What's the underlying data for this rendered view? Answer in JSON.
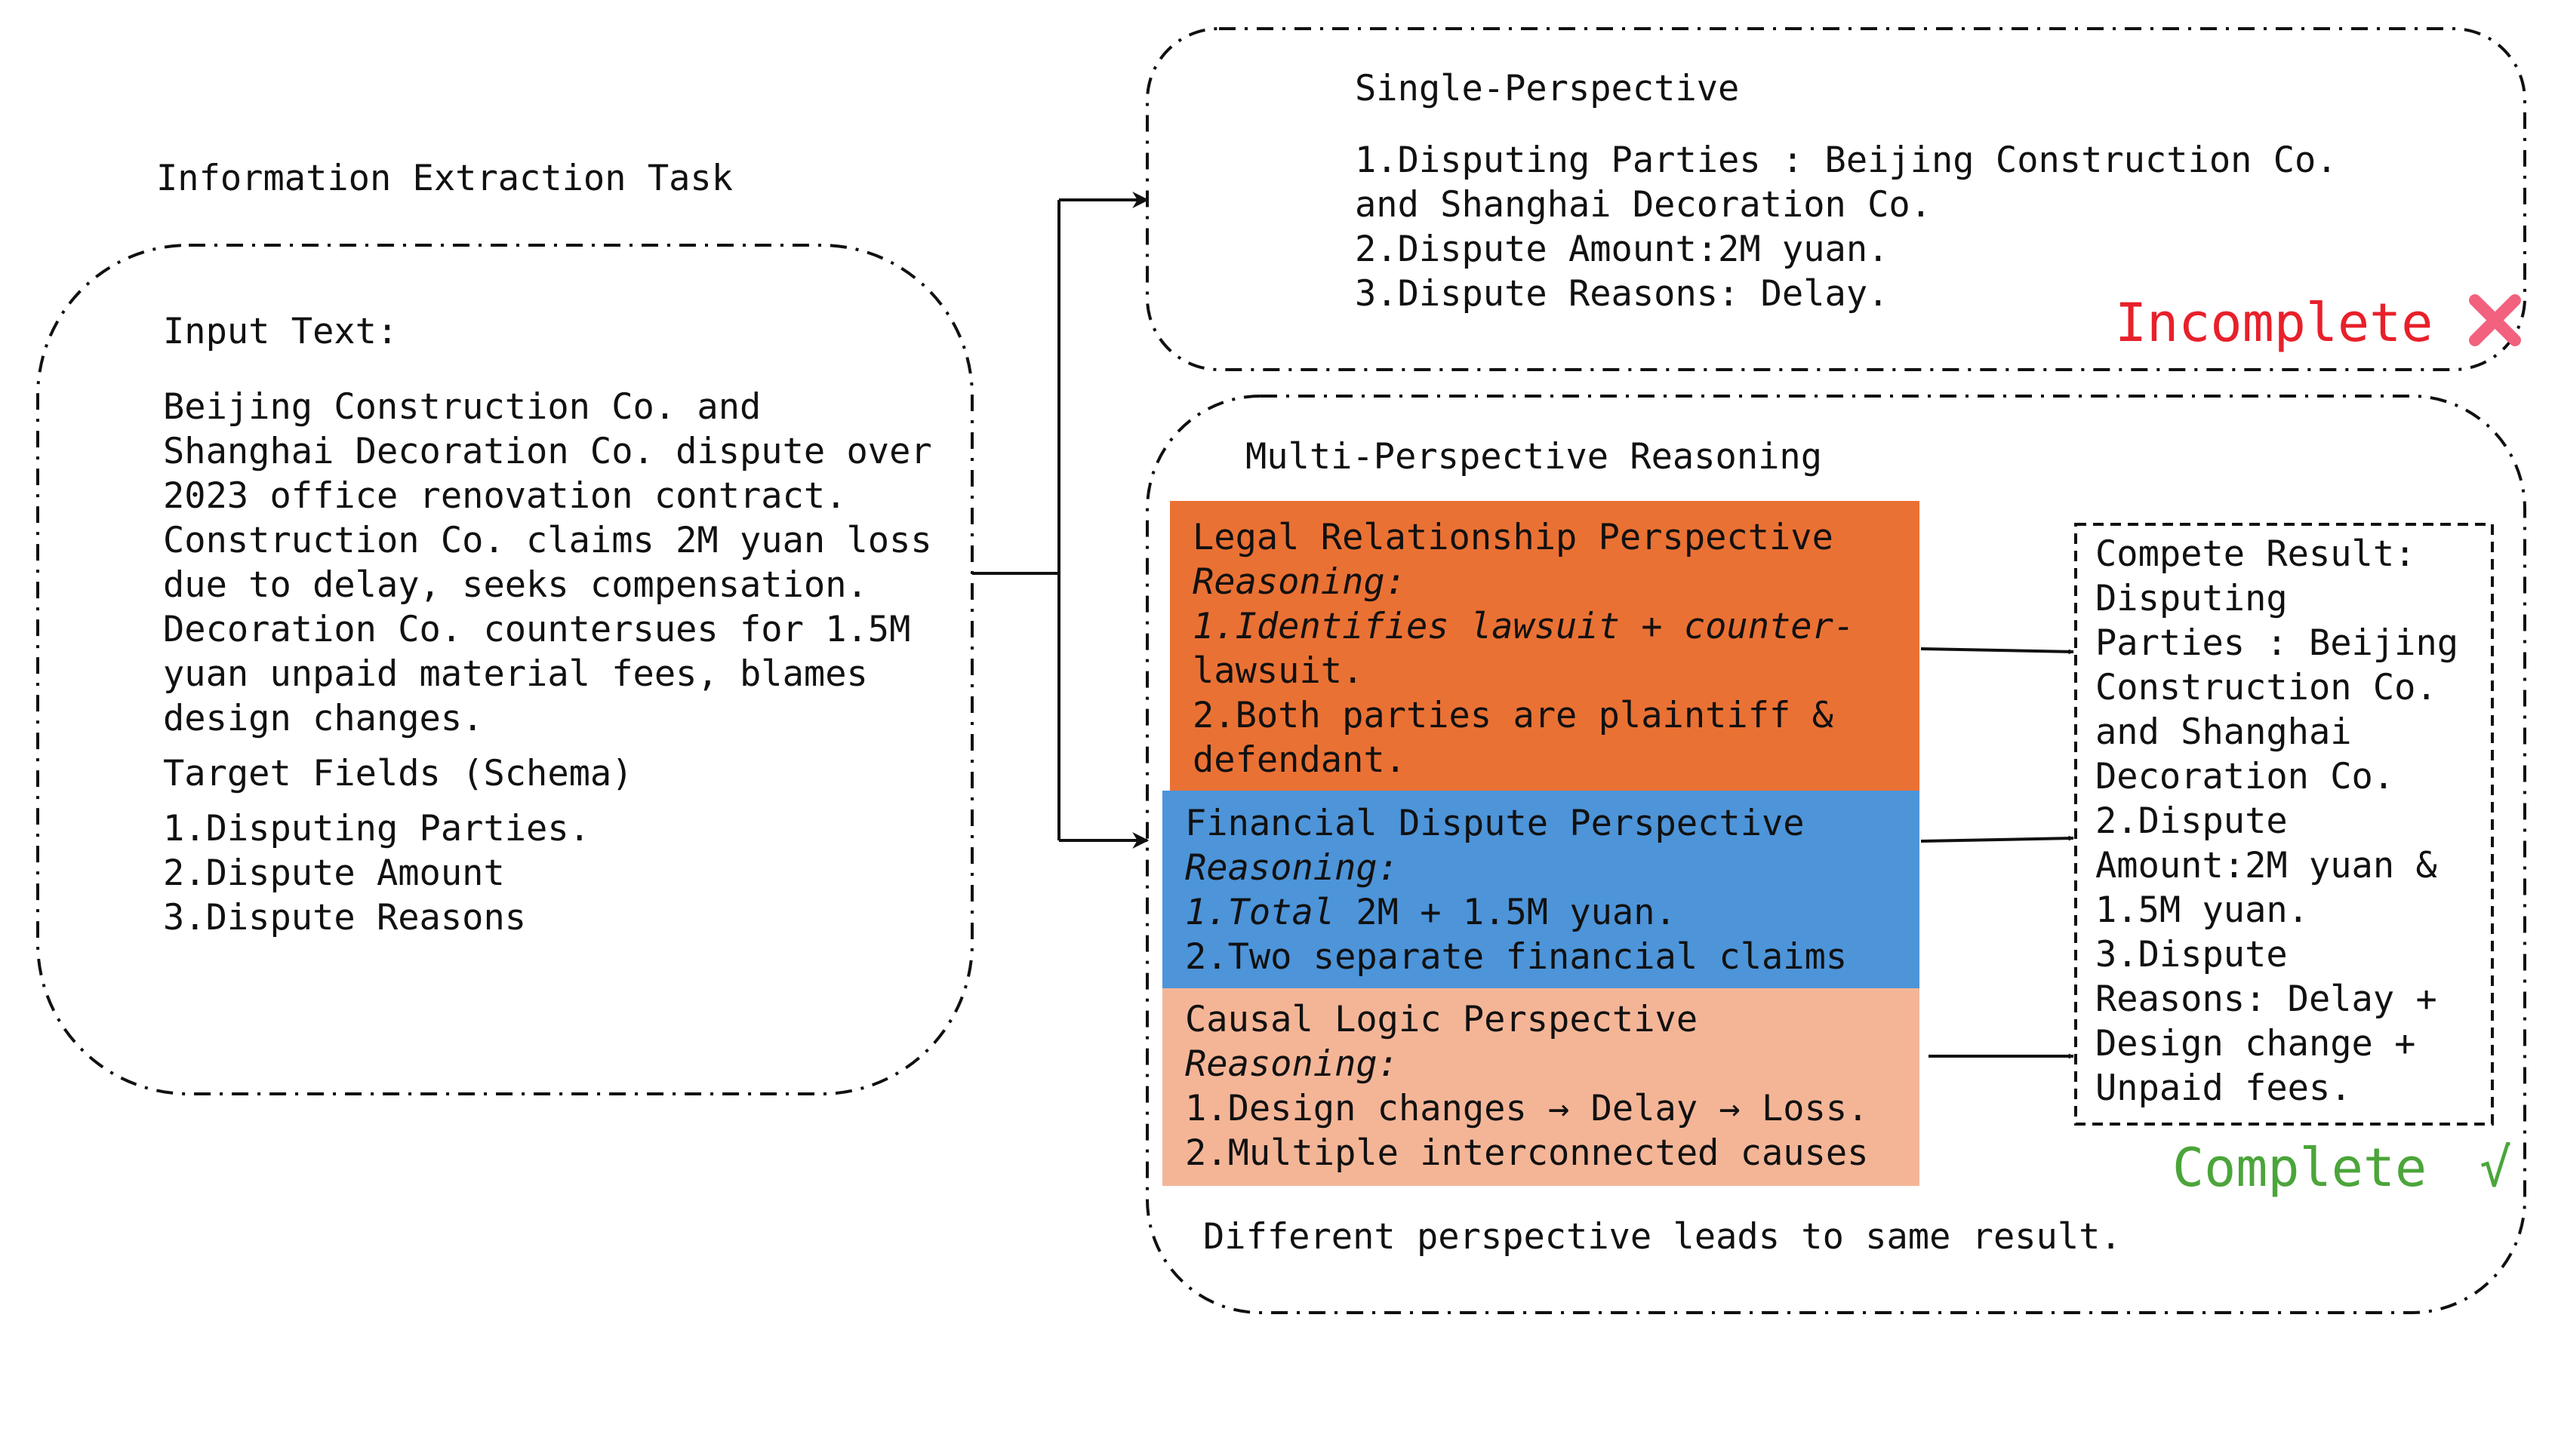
{
  "task_title": "Information Extraction Task",
  "input": {
    "heading": "Input Text:",
    "body_lines": [
      "Beijing Construction Co. and",
      "Shanghai Decoration Co. dispute over",
      "2023 office renovation contract.",
      "Construction Co. claims 2M yuan loss",
      "due to delay, seeks compensation.",
      "Decoration Co. countersues for 1.5M",
      "yuan unpaid material fees, blames",
      "design changes."
    ],
    "schema_heading": "Target Fields (Schema)",
    "fields": [
      "1.Disputing Parties.",
      "2.Dispute Amount",
      "3.Dispute Reasons"
    ]
  },
  "single": {
    "title": "Single-Perspective",
    "lines": [
      "1.Disputing Parties : Beijing Construction Co.",
      "and Shanghai Decoration Co.",
      "2.Dispute Amount:2M yuan.",
      "3.Dispute Reasons: Delay."
    ],
    "verdict": "Incomplete",
    "verdict_color": "#e8202a",
    "cross_color": "#f2617d"
  },
  "multi": {
    "title": "Multi-Perspective Reasoning",
    "perspectives": [
      {
        "title": "Legal Relationship Perspective",
        "reasoning": "Reasoning:",
        "lines": [
          "1.Identifies lawsuit + counter-",
          "lawsuit.",
          "2.Both parties are plaintiff &",
          "defendant."
        ],
        "color": "#ea7134"
      },
      {
        "title": "Financial Dispute Perspective",
        "reasoning": "Reasoning:",
        "line1_italic": "1.Total",
        "line1_rest": " 2M + 1.5M yuan.",
        "line2": "2.Two separate financial claims",
        "color": "#4d94d9"
      },
      {
        "title": "Causal Logic Perspective",
        "reasoning": "Reasoning:",
        "lines": [
          "1.Design changes → Delay → Loss.",
          "2.Multiple interconnected causes"
        ],
        "color": "#f4b597"
      }
    ],
    "result": {
      "lines": [
        "Compete Result:",
        "Disputing",
        "Parties : Beijing",
        "Construction Co.",
        "and Shanghai",
        "Decoration Co.",
        "2.Dispute",
        "Amount:2M yuan &",
        "1.5M yuan.",
        "3.Dispute",
        "Reasons: Delay +",
        "Design change +",
        "Unpaid fees."
      ]
    },
    "verdict": "Complete",
    "check": "√",
    "verdict_color": "#4ba53a",
    "footer": "Different perspective leads to same result."
  }
}
